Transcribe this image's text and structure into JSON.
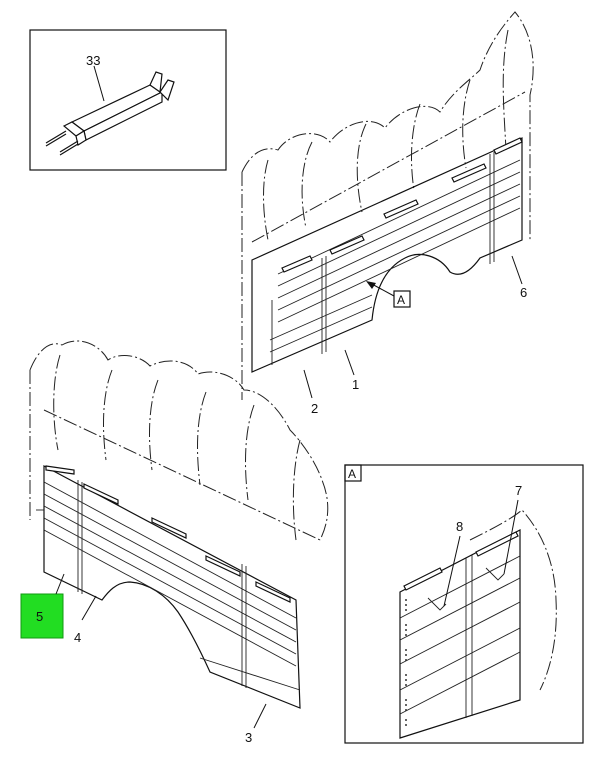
{
  "callouts": {
    "c33": "33",
    "c6": "6",
    "cA_ref": "A",
    "c1": "1",
    "c2": "2",
    "c5": "5",
    "c4": "4",
    "c3": "3",
    "detail_label": "A",
    "c7": "7",
    "c8": "8"
  },
  "colors": {
    "highlight": "#22dd22",
    "line": "#111111"
  }
}
